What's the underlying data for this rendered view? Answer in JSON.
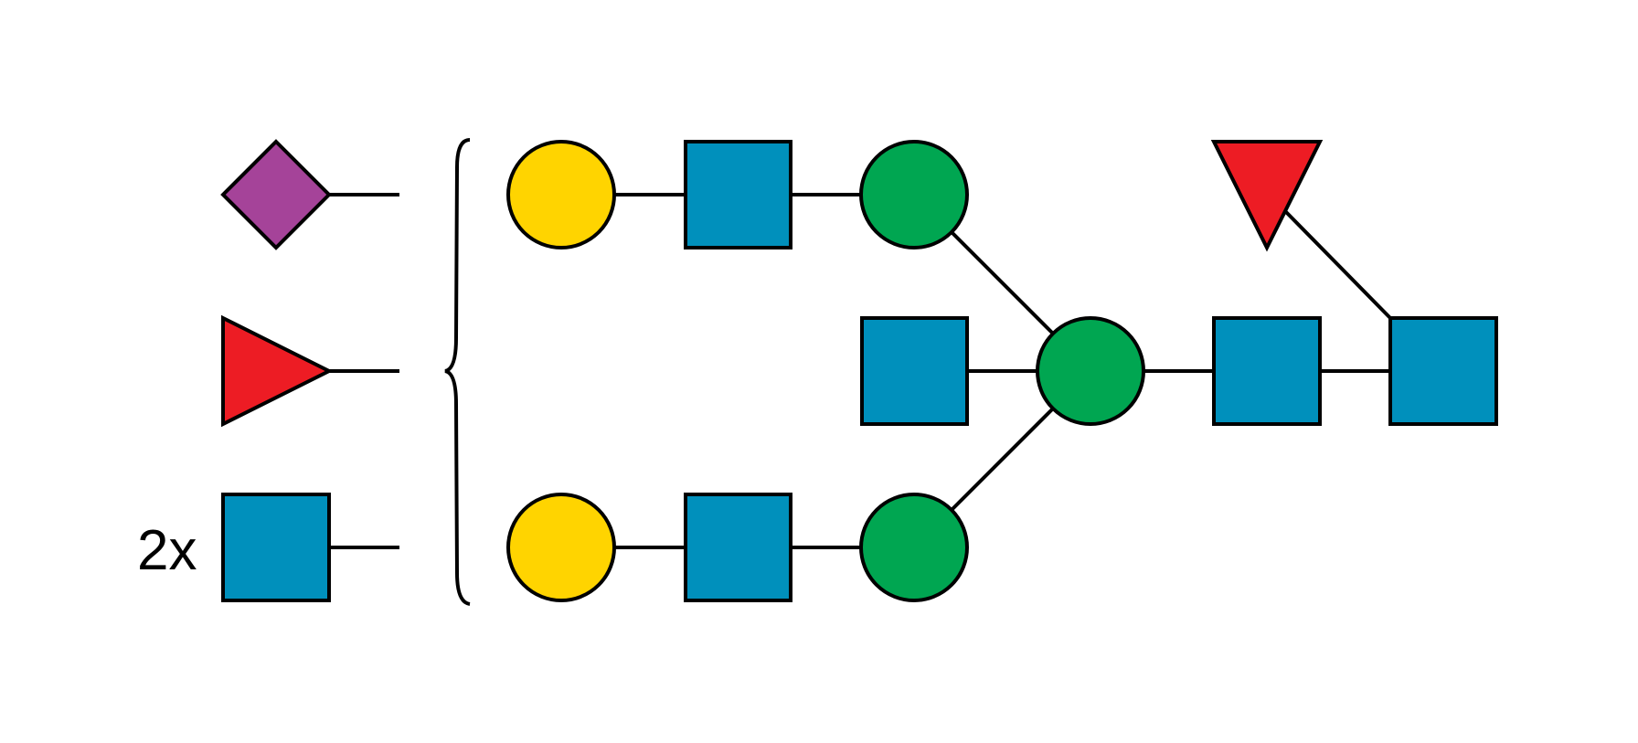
{
  "colors": {
    "background": "#ffffff",
    "stroke": "#000000",
    "galactose": "#ffd400",
    "mannose": "#00a651",
    "glcnac": "#0090bc",
    "fucose": "#ed1c24",
    "sialic_acid": "#a54399"
  },
  "legend": {
    "items": [
      {
        "shape": "diamond",
        "icon": "sialic-acid-diamond-icon",
        "color": "#a54399",
        "count_label": ""
      },
      {
        "shape": "triangle-right",
        "icon": "fucose-triangle-icon",
        "color": "#ed1c24",
        "count_label": ""
      },
      {
        "shape": "square",
        "icon": "glcnac-square-icon",
        "color": "#0090bc",
        "count_label": "2x"
      }
    ]
  },
  "structure": {
    "upper_branch": [
      "galactose-circle",
      "glcnac-square",
      "mannose-circle"
    ],
    "lower_branch": [
      "galactose-circle",
      "glcnac-square",
      "mannose-circle"
    ],
    "core": [
      "mannose-circle",
      "glcnac-square",
      "glcnac-square"
    ],
    "bisecting": "glcnac-square",
    "core_fucose": "fucose-triangle"
  }
}
